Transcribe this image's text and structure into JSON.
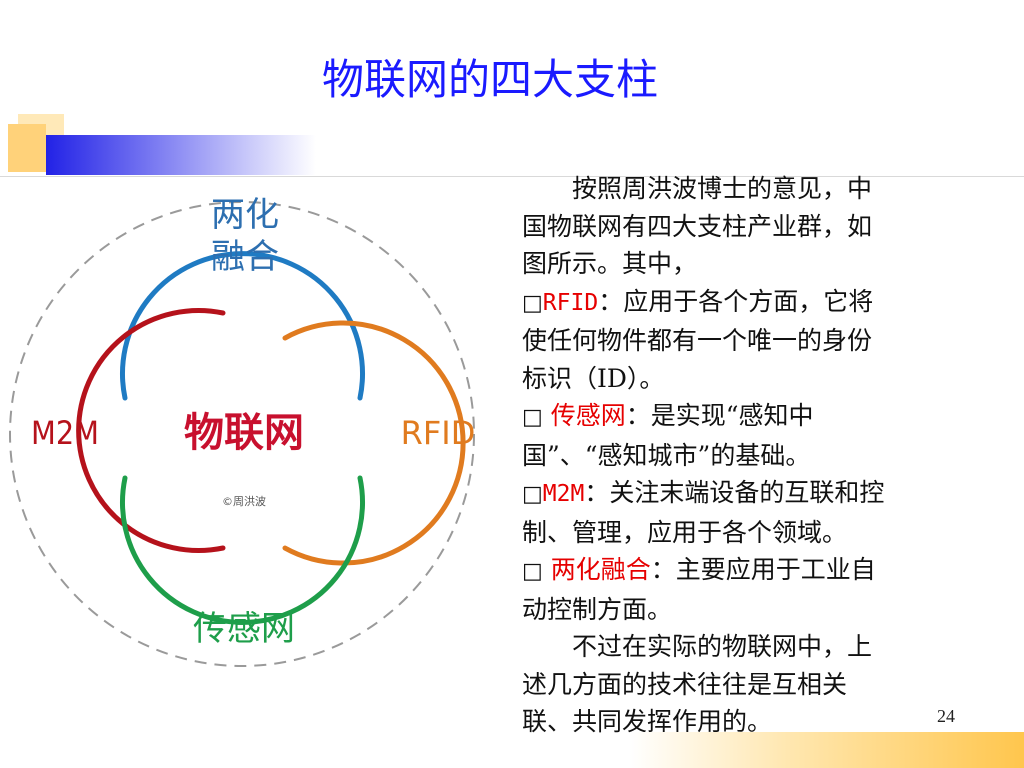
{
  "title": "物联网的四大支柱",
  "diagram": {
    "top_label_line1": "两化",
    "top_label_line2": "融合",
    "left_label": "M2M",
    "right_label": "RFID",
    "center_label": "物联网",
    "copyright": "©周洪波",
    "bottom_label": "传感网",
    "colors": {
      "blue": "#1f7bc3",
      "red": "#b5121b",
      "orange": "#e07b1f",
      "green": "#1e9e4a"
    }
  },
  "text": {
    "intro_l1": "按照周洪波博士的意见，中",
    "intro_l2": "国物联网有四大支柱产业群，如",
    "intro_l3": "图所示。其中，",
    "bullet_symbol": "□",
    "rfid_term": "RFID",
    "rfid_l1": "：应用于各个方面，它将",
    "rfid_l2": "使任何物件都有一个唯一的身份",
    "rfid_l3": "标识（ID）。",
    "sensor_term": "传感网",
    "sensor_l1": "：是实现“感知中",
    "sensor_l2": "国”、“感知城市”的基础。",
    "m2m_term": "M2M",
    "m2m_l1": "：关注末端设备的互联和控",
    "m2m_l2": "制、管理，应用于各个领域。",
    "lh_term": "两化融合",
    "lh_l1": "：主要应用于工业自",
    "lh_l2": "动控制方面。",
    "outro_l1": "不过在实际的物联网中，上",
    "outro_l2": "述几方面的技术往往是互相关",
    "outro_l3": "联、共同发挥作用的。"
  },
  "page_number": "24"
}
